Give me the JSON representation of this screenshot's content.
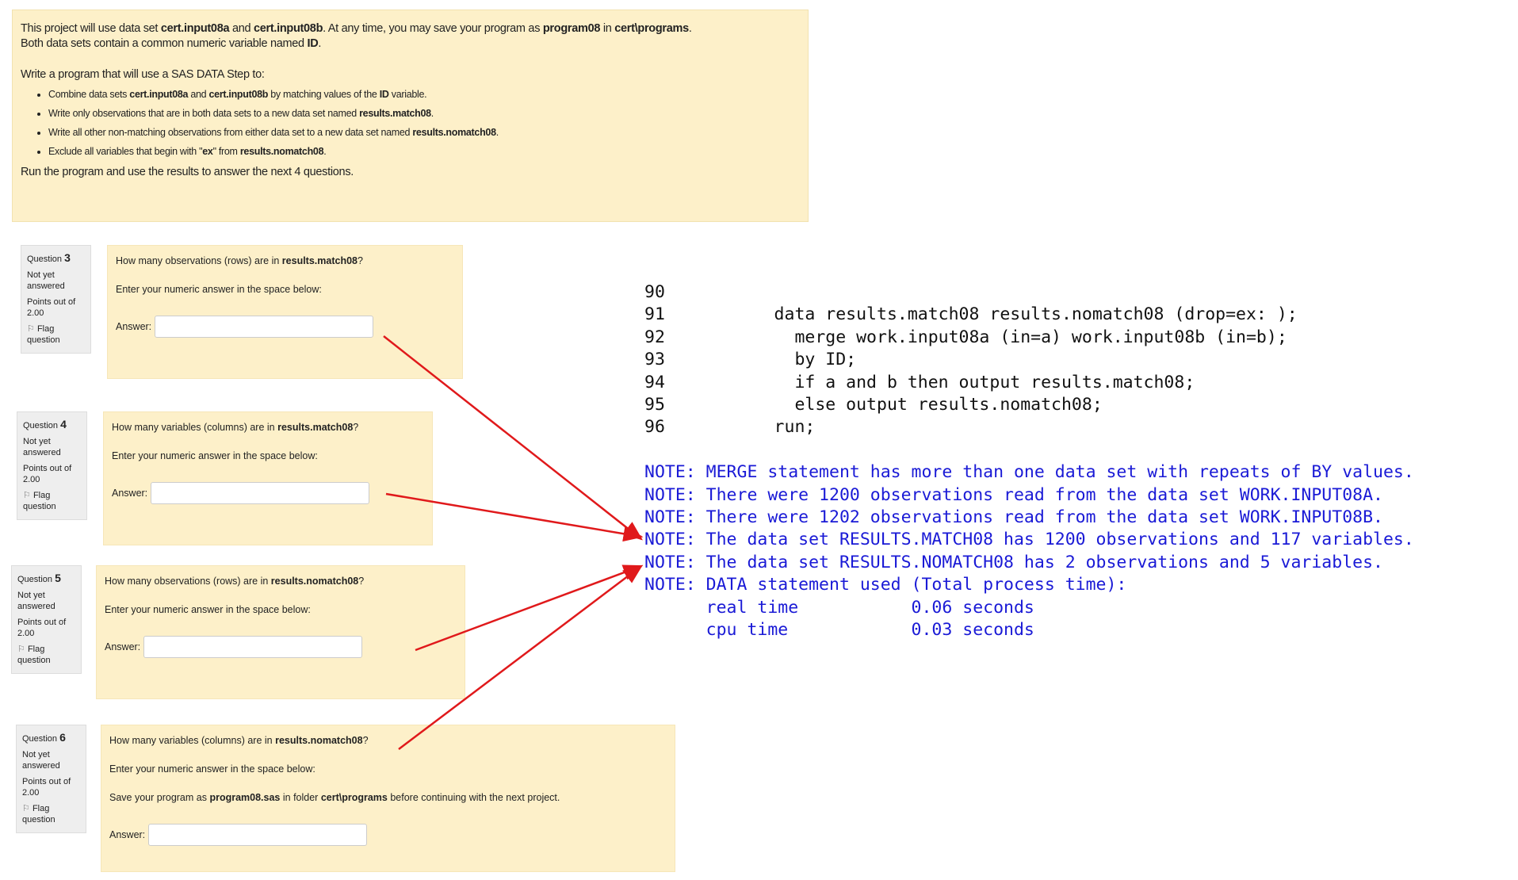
{
  "intro": {
    "p1": [
      {
        "t": "This project will use data set "
      },
      {
        "t": "cert.input08a",
        "b": 1
      },
      {
        "t": " and "
      },
      {
        "t": "cert.input08b",
        "b": 1
      },
      {
        "t": ". At any time, you may save your program as "
      },
      {
        "t": "program08",
        "b": 1
      },
      {
        "t": " in "
      },
      {
        "t": "cert\\programs",
        "b": 1
      },
      {
        "t": "."
      }
    ],
    "p2": [
      {
        "t": "Both data sets contain a common numeric variable named "
      },
      {
        "t": "ID",
        "b": 1
      },
      {
        "t": "."
      }
    ],
    "p3": "Write a program that will use a SAS DATA Step to:",
    "bullets": [
      [
        {
          "t": "Combine data sets "
        },
        {
          "t": "cert.input08a",
          "b": 1
        },
        {
          "t": " and "
        },
        {
          "t": "cert.input08b",
          "b": 1
        },
        {
          "t": " by matching values of the "
        },
        {
          "t": "ID",
          "b": 1
        },
        {
          "t": " variable."
        }
      ],
      [
        {
          "t": "Write only observations that are in both data sets to a new data set named "
        },
        {
          "t": "results.match08",
          "b": 1
        },
        {
          "t": "."
        }
      ],
      [
        {
          "t": "Write all other non-matching observations from either data set to a new data set named "
        },
        {
          "t": "results.nomatch08",
          "b": 1
        },
        {
          "t": "."
        }
      ],
      [
        {
          "t": "Exclude all variables that begin with \""
        },
        {
          "t": "ex",
          "b": 1
        },
        {
          "t": "\" from "
        },
        {
          "t": "results.nomatch08",
          "b": 1
        },
        {
          "t": "."
        }
      ]
    ],
    "p4": "Run the program and use the results to answer the next 4 questions."
  },
  "questions": [
    {
      "label": "Question",
      "num": "3",
      "status": "Not yet answered",
      "points": "Points out of 2.00",
      "flag": "Flag question",
      "text": [
        {
          "t": "How many observations (rows) are in "
        },
        {
          "t": "results.match08",
          "b": 1
        },
        {
          "t": "?"
        }
      ],
      "prompt": "Enter your numeric answer in the space below:",
      "extra": null,
      "answer_label": "Answer:",
      "answer": ""
    },
    {
      "label": "Question",
      "num": "4",
      "status": "Not yet answered",
      "points": "Points out of 2.00",
      "flag": "Flag question",
      "text": [
        {
          "t": "How many variables (columns) are in "
        },
        {
          "t": "results.match08",
          "b": 1
        },
        {
          "t": "?"
        }
      ],
      "prompt": "Enter your numeric answer in the space below:",
      "extra": null,
      "answer_label": "Answer:",
      "answer": ""
    },
    {
      "label": "Question",
      "num": "5",
      "status": "Not yet answered",
      "points": "Points out of 2.00",
      "flag": "Flag question",
      "text": [
        {
          "t": "How many observations (rows) are in "
        },
        {
          "t": "results.nomatch08",
          "b": 1
        },
        {
          "t": "?"
        }
      ],
      "prompt": "Enter your numeric answer in the space below:",
      "extra": null,
      "answer_label": "Answer:",
      "answer": ""
    },
    {
      "label": "Question",
      "num": "6",
      "status": "Not yet answered",
      "points": "Points out of 2.00",
      "flag": "Flag question",
      "text": [
        {
          "t": "How many variables (columns) are in "
        },
        {
          "t": "results.nomatch08",
          "b": 1
        },
        {
          "t": "?"
        }
      ],
      "prompt": "Enter your numeric answer in the space below:",
      "extra": [
        {
          "t": "Save your program as "
        },
        {
          "t": "program08.sas",
          "b": 1
        },
        {
          "t": " in folder "
        },
        {
          "t": "cert\\programs",
          "b": 1
        },
        {
          "t": " before continuing with the next project."
        }
      ],
      "answer_label": "Answer:",
      "answer": ""
    }
  ],
  "log": {
    "code": [
      {
        "n": "90",
        "c": ""
      },
      {
        "n": "91",
        "c": "        data results.match08 results.nomatch08 (drop=ex: );"
      },
      {
        "n": "92",
        "c": "          merge work.input08a (in=a) work.input08b (in=b);"
      },
      {
        "n": "93",
        "c": "          by ID;"
      },
      {
        "n": "94",
        "c": "          if a and b then output results.match08;"
      },
      {
        "n": "95",
        "c": "          else output results.nomatch08;"
      },
      {
        "n": "96",
        "c": "        run;"
      }
    ],
    "notes": [
      "NOTE: MERGE statement has more than one data set with repeats of BY values.",
      "NOTE: There were 1200 observations read from the data set WORK.INPUT08A.",
      "NOTE: There were 1202 observations read from the data set WORK.INPUT08B.",
      "NOTE: The data set RESULTS.MATCH08 has 1200 observations and 117 variables.",
      "NOTE: The data set RESULTS.NOMATCH08 has 2 observations and 5 variables.",
      "NOTE: DATA statement used (Total process time):",
      "      real time           0.06 seconds",
      "      cpu time            0.03 seconds"
    ]
  },
  "colors": {
    "note": "#1a1ad6",
    "arrow": "#e0191b",
    "panel": "#fdf0c9"
  }
}
